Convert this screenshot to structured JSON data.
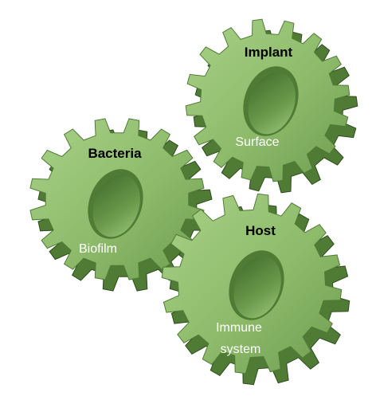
{
  "colors": {
    "gear_face": "#8dbb6a",
    "gear_face_light": "#a6cf84",
    "gear_side": "#4f7b35",
    "gear_shadow": "#2f4d1f",
    "hole_inner": "#5f8f43"
  },
  "gears": [
    {
      "id": "bacteria",
      "title": "Bacteria",
      "subtitle_lines": [
        "Biofilm"
      ]
    },
    {
      "id": "implant",
      "title": "Implant",
      "subtitle_lines": [
        "Surface"
      ]
    },
    {
      "id": "host",
      "title": "Host",
      "subtitle_lines": [
        "Immune",
        "system"
      ]
    }
  ]
}
